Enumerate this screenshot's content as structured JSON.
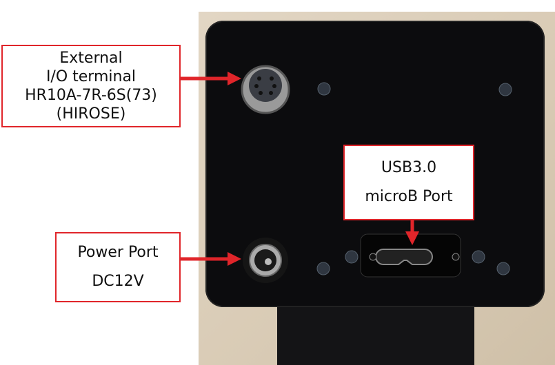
{
  "labels": {
    "io_terminal": [
      "External",
      "I/O terminal",
      "HR10A-7R-6S(73)",
      "(HIROSE)"
    ],
    "power_port": [
      "Power Port",
      "DC12V"
    ],
    "usb_port": [
      "USB3.0",
      "microB Port"
    ]
  },
  "colors": {
    "annotation": "#e0252a",
    "body": "#0c0c0e",
    "background": "#d8cab4"
  }
}
